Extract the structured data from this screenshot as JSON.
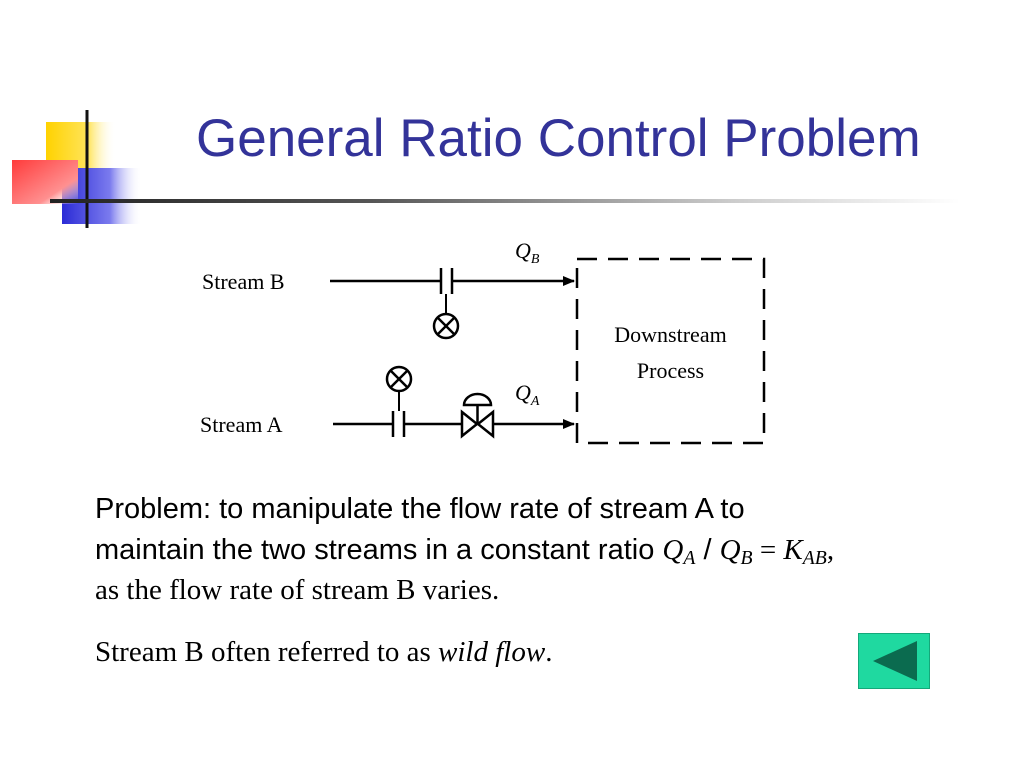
{
  "slide": {
    "title": "General Ratio Control Problem"
  },
  "diagram": {
    "stream_b_label": "Stream B",
    "stream_a_label": "Stream A",
    "qb_symbol": "Q",
    "qb_subscript": "B",
    "qa_symbol": "Q",
    "qa_subscript": "A",
    "downstream_line1": "Downstream",
    "downstream_line2": "Process"
  },
  "problem": {
    "line1": "Problem: to manipulate the flow rate of stream A to",
    "line2_prefix": "maintain the two streams in a constant ratio ",
    "ratio_q1": "Q",
    "ratio_q1_sub": "A",
    "ratio_slash": " / ",
    "ratio_q2": "Q",
    "ratio_q2_sub": "B",
    "ratio_eq": " = ",
    "ratio_k": "K",
    "ratio_k_sub": "AB",
    "ratio_comma": ",",
    "line3": "as the flow rate of stream B varies."
  },
  "note": {
    "prefix": "Stream B often referred to as ",
    "emphasis": "wild flow",
    "suffix": "."
  },
  "navigation": {
    "back_icon": "triangle-left-icon"
  },
  "colors": {
    "title": "#333399",
    "nav_button": "#1fd9a0",
    "nav_arrow": "#0b6b4f"
  }
}
